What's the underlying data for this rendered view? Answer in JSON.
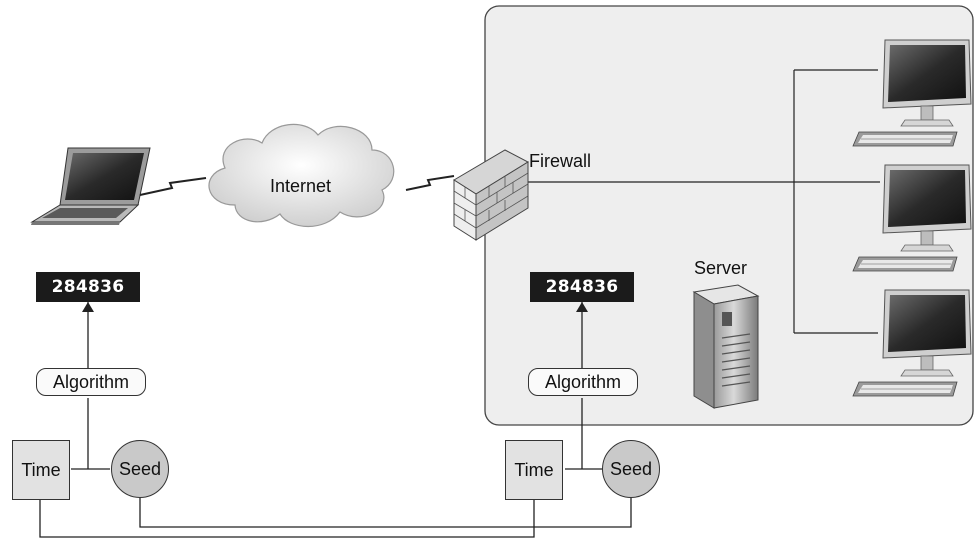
{
  "labels": {
    "internet": "Internet",
    "firewall": "Firewall",
    "server": "Server"
  },
  "client": {
    "token": "284836",
    "algorithm": "Algorithm",
    "time": "Time",
    "seed": "Seed"
  },
  "server_side": {
    "token": "284836",
    "algorithm": "Algorithm",
    "time": "Time",
    "seed": "Seed"
  },
  "colors": {
    "network_panel": "#eeeeee",
    "token_bg": "#1b1b1b",
    "time_box": "#e2e2e2",
    "seed_circle": "#c9c9c9"
  },
  "icons": [
    "laptop-icon",
    "cloud-icon",
    "firewall-icon",
    "server-icon",
    "desktop-computer-icon"
  ]
}
